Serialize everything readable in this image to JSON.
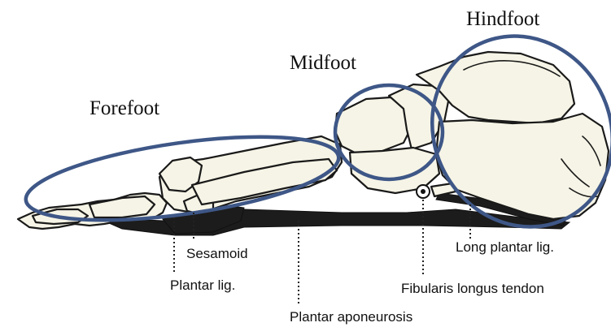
{
  "regions": {
    "forefoot": "Forefoot",
    "midfoot": "Midfoot",
    "hindfoot": "Hindfoot"
  },
  "labels": {
    "sesamoid": "Sesamoid",
    "plantar_lig": "Plantar lig.",
    "plantar_aponeurosis": "Plantar aponeurosis",
    "fibularis_longus": "Fibularis longus tendon",
    "long_plantar_lig": "Long plantar lig."
  },
  "colors": {
    "region_outline": "#3e5787",
    "bone_fill": "#f6f4e6",
    "ink": "#1a1a1a"
  }
}
